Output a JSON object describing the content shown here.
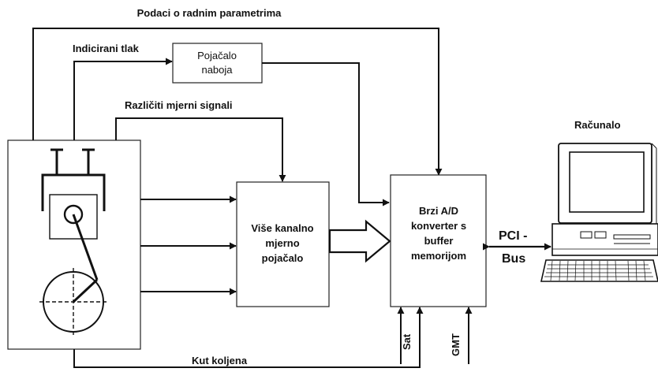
{
  "labels": {
    "operating_params": "Podaci o radnim parametrima",
    "indicated_pressure": "Indicirani tlak",
    "various_signals": "Različiti mjerni signali",
    "crank_angle": "Kut koljena",
    "sat": "Sat",
    "gmt": "GMT",
    "computer": "Računalo",
    "bus_line1": "PCI -",
    "bus_line2": "Bus"
  },
  "charge_amp": {
    "line1": "Pojačalo",
    "line2": "naboja"
  },
  "multi_amp": {
    "line1": "Više kanalno",
    "line2": "mjerno",
    "line3": "pojačalo"
  },
  "adc": {
    "line1": "Brzi A/D",
    "line2": "konverter s",
    "line3": "buffer",
    "line4": "memorijom"
  }
}
